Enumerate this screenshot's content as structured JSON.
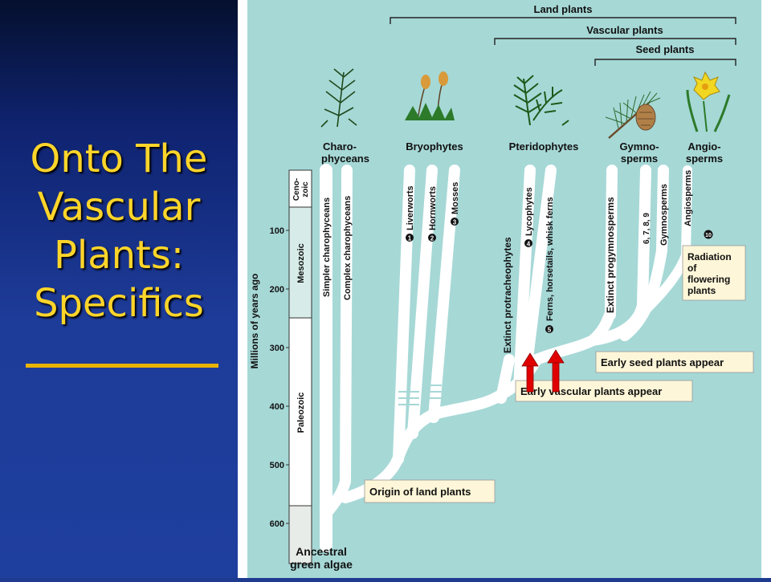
{
  "slide": {
    "title": "Onto The\nVascular\nPlants:\nSpecifics"
  },
  "diagram": {
    "brackets": {
      "land": "Land plants",
      "vascular": "Vascular plants",
      "seed": "Seed plants"
    },
    "groups": {
      "charo_1": "Charo-",
      "charo_2": "phyceans",
      "bryo": "Bryophytes",
      "pterido": "Pteridophytes",
      "gymno_1": "Gymno-",
      "gymno_2": "sperms",
      "angio_1": "Angio-",
      "angio_2": "sperms"
    },
    "axis": {
      "label": "Millions of years ago",
      "ticks": [
        "100",
        "200",
        "300",
        "400",
        "500",
        "600"
      ]
    },
    "eras": {
      "cenozoic_1": "Ceno-",
      "cenozoic_2": "zoic",
      "mesozoic": "Mesozoic",
      "paleozoic": "Paleozoic"
    },
    "lineages": {
      "simpler_charo": "Simpler charophyceans",
      "complex_charo": "Complex charophyceans",
      "liverworts": "Liverworts",
      "hornworts": "Hornworts",
      "mosses": "Mosses",
      "extinct_protra": "Extinct protracheophytes",
      "lycophytes": "Lycophytes",
      "ferns": "Ferns, horsetails, whisk ferns",
      "extinct_progymno": "Extinct progymnosperms",
      "gymnosperms": "Gymnosperms",
      "angiosperms": "Angiosperms"
    },
    "numbers": {
      "n1": "1",
      "n2": "2",
      "n3": "3",
      "n4": "4",
      "n5": "5",
      "n6789": "6, 7, 8, 9",
      "n10": "10"
    },
    "callouts": {
      "radiation_1": "Radiation",
      "radiation_2": "of",
      "radiation_3": "flowering",
      "radiation_4": "plants",
      "seed_appear": "Early seed plants appear",
      "vascular_appear": "Early vascular plants appear",
      "land_origin": "Origin of land plants"
    },
    "ancestor_1": "Ancestral",
    "ancestor_2": "green algae",
    "colors": {
      "background": "#a6d8d6",
      "branch": "#ffffff",
      "arrow": "#e00000",
      "callout_fill": "#fdf6d8",
      "title_text": "#ffd52a"
    }
  }
}
